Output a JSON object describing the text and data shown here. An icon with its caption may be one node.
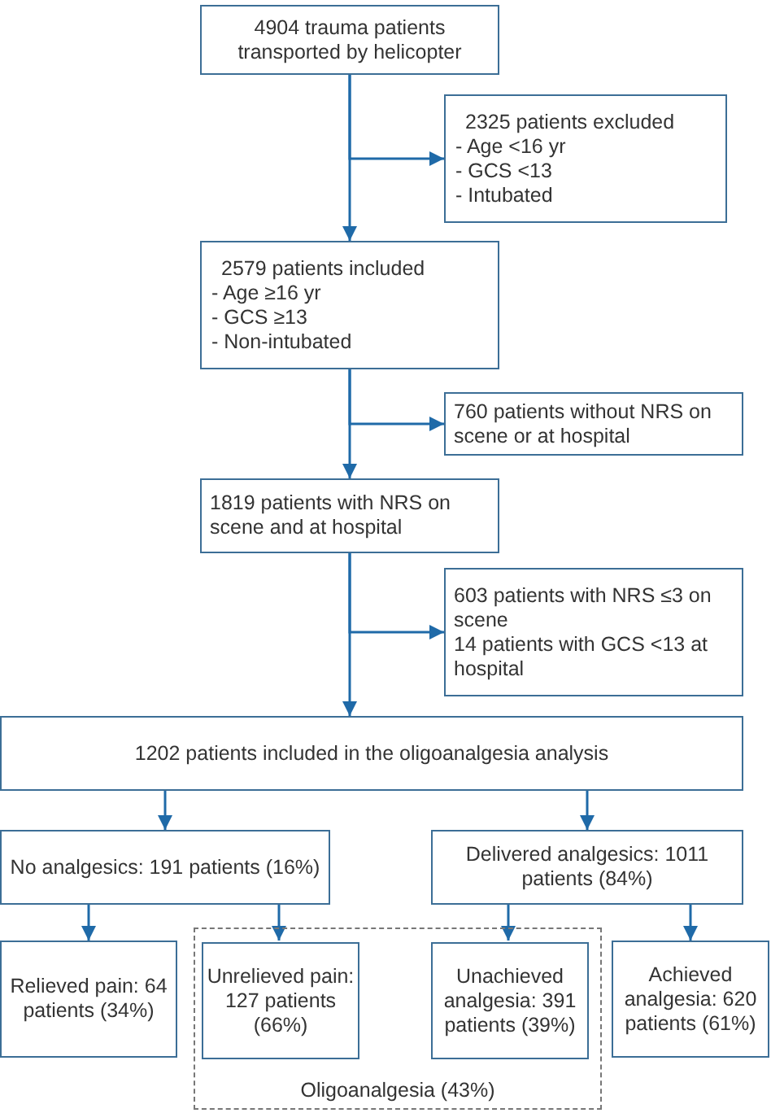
{
  "diagram": {
    "nodes": [
      {
        "text": [
          "4904 trauma patients transported by helicopter"
        ]
      },
      {
        "text": [
          "2325 patients excluded",
          "- Age <16 yr",
          "- GCS <13",
          "- Intubated"
        ]
      },
      {
        "text": [
          "2579 patients included",
          "- Age ≥16 yr",
          "- GCS ≥13",
          "- Non-intubated"
        ]
      },
      {
        "text": [
          "760 patients without NRS on scene or at hospital"
        ]
      },
      {
        "text": [
          "1819 patients with NRS on scene and at hospital"
        ]
      },
      {
        "text": [
          "603 patients with NRS ≤3 on scene",
          "14 patients with GCS <13 at hospital"
        ]
      },
      {
        "text": [
          "1202 patients included in the oligoanalgesia analysis"
        ]
      },
      {
        "text": [
          "No analgesics: 191 patients (16%)"
        ]
      },
      {
        "text": [
          "Delivered analgesics: 1011 patients (84%)"
        ]
      },
      {
        "text": [
          "Relieved pain: 64 patients (34%)"
        ]
      },
      {
        "text": [
          "Oligoanalgesia (43%)"
        ]
      },
      {
        "text": [
          "Unrelieved pain: 127 patients (66%)"
        ],
        "in": 10
      },
      {
        "text": [
          "Unachieved analgesia: 391 patients (39%)"
        ],
        "in": 10
      },
      {
        "text": [
          "Achieved analgesia: 620 patients (61%)"
        ]
      }
    ],
    "edges": [
      {
        "from": 0,
        "to": 2,
        "arrow": "to"
      },
      {
        "from": 0,
        "to": 1,
        "arrow": "to"
      },
      {
        "from": 2,
        "to": 4,
        "arrow": "to"
      },
      {
        "from": 2,
        "to": 3,
        "arrow": "to"
      },
      {
        "from": 4,
        "to": 6,
        "arrow": "to"
      },
      {
        "from": 4,
        "to": 5,
        "arrow": "to"
      },
      {
        "from": 6,
        "to": 7,
        "arrow": "to"
      },
      {
        "from": 6,
        "to": 8,
        "arrow": "to"
      },
      {
        "from": 7,
        "to": 9,
        "arrow": "to"
      },
      {
        "from": 7,
        "to": 11,
        "arrow": "to"
      },
      {
        "from": 8,
        "to": 12,
        "arrow": "to"
      },
      {
        "from": 8,
        "to": 13,
        "arrow": "to"
      }
    ]
  }
}
